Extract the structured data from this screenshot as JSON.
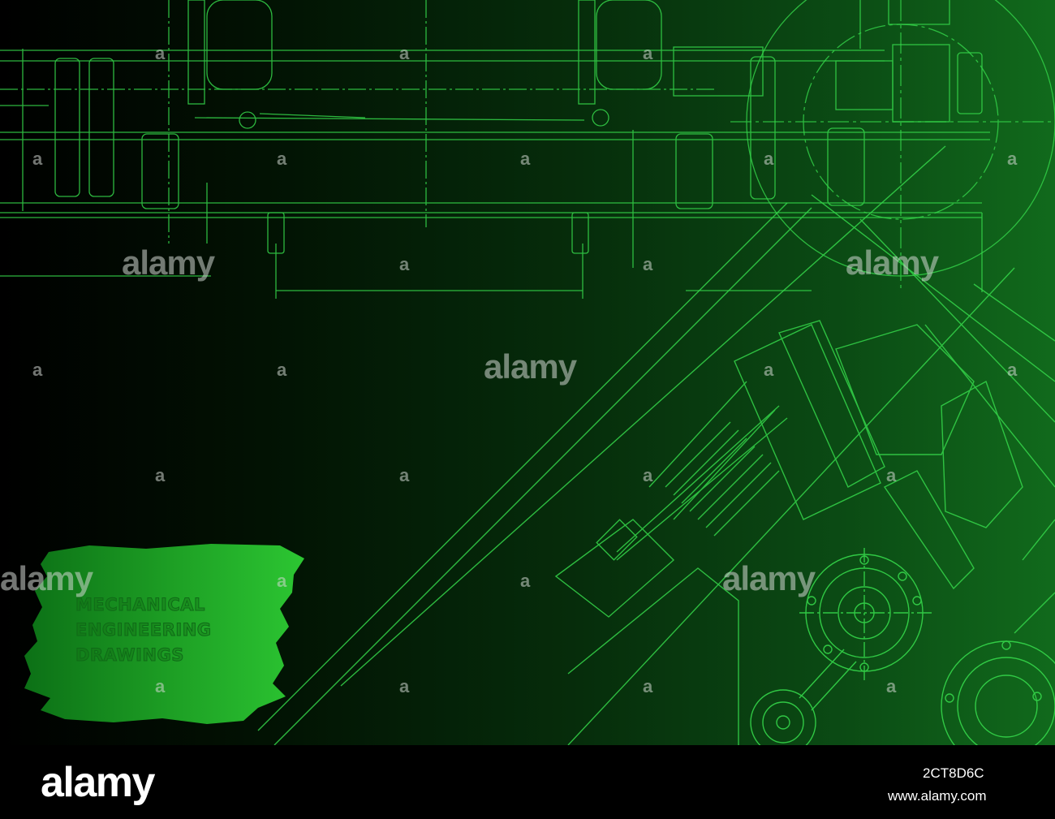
{
  "brush_text": {
    "line1": "MECHANICAL",
    "line2": "ENGINEERING",
    "line3": "DRAWINGS"
  },
  "watermark": {
    "word": "alamy",
    "letter": "a"
  },
  "footer": {
    "logo": "alamy",
    "image_id": "2CT8D6C",
    "url": "www.alamy.com"
  },
  "colors": {
    "line": "#35d64a",
    "brush_light": "#27b62c",
    "brush_dark": "#0f7a19",
    "background_dark": "#000000",
    "background_green": "#116a1c"
  }
}
